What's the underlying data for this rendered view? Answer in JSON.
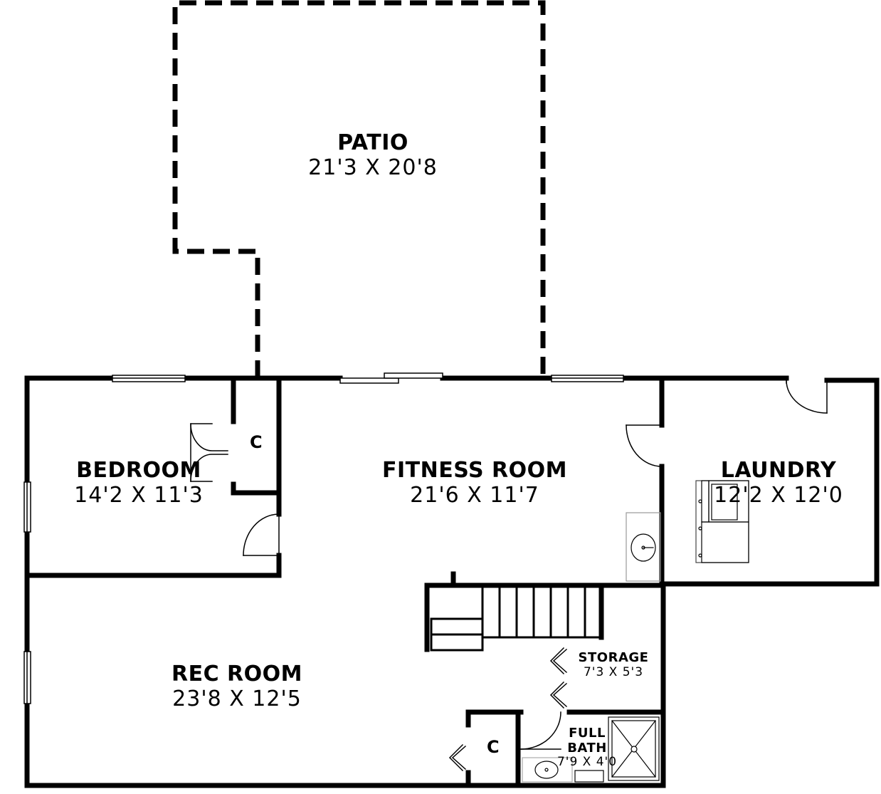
{
  "rooms": {
    "patio": {
      "name": "PATIO",
      "dims": "21'3 X 20'8"
    },
    "bedroom": {
      "name": "BEDROOM",
      "dims": "14'2 X 11'3"
    },
    "fitness": {
      "name": "FITNESS ROOM",
      "dims": "21'6 X 11'7"
    },
    "laundry": {
      "name": "LAUNDRY",
      "dims": "12'2 X 12'0"
    },
    "rec": {
      "name": "REC ROOM",
      "dims": "23'8 X 12'5"
    },
    "storage": {
      "name": "STORAGE",
      "dims": "7'3 X 5'3"
    },
    "bath": {
      "name_line1": "FULL",
      "name_line2": "BATH",
      "dims": "7'9 X 4'0"
    },
    "closet_bedroom": {
      "name": "C"
    },
    "closet_rec": {
      "name": "C"
    }
  }
}
